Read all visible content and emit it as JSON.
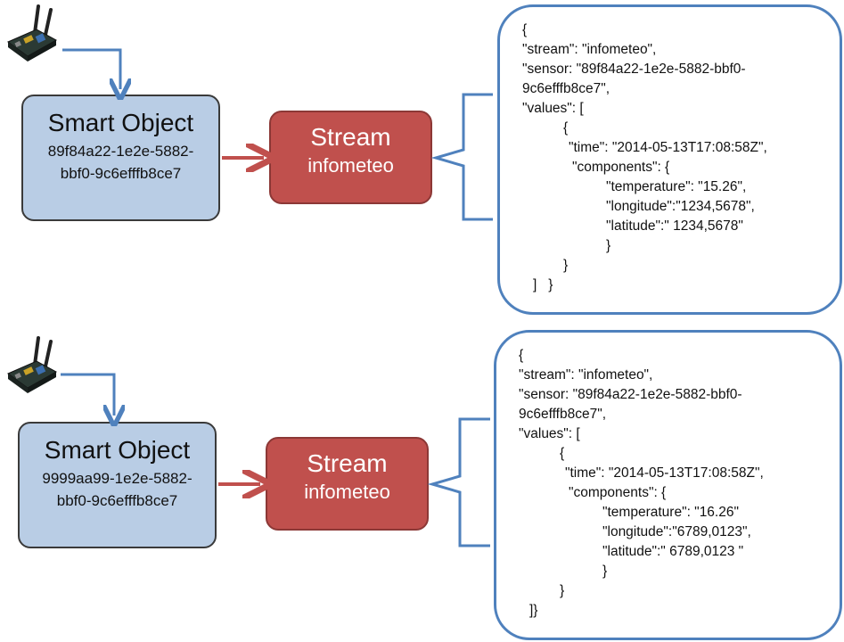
{
  "colors": {
    "smart_object_fill": "#b9cde5",
    "stream_fill": "#c0504d",
    "connector_blue": "#4f81bd",
    "arrow_red": "#c0504d"
  },
  "panels": [
    {
      "smart_object": {
        "title": "Smart Object",
        "id_line1": "89f84a22-1e2e-5882-",
        "id_line2": "bbf0-9c6efffb8ce7"
      },
      "stream": {
        "title": "Stream",
        "name": "infometeo"
      },
      "json_lines": [
        "{",
        "\"stream\": \"infometeo\",",
        "\"sensor: \"89f84a22-1e2e-5882-bbf0-",
        "9c6efffb8ce7\",",
        "\"values\": [",
        "{",
        "\"time\": \"2014-05-13T17:08:58Z\",",
        "\"components\": {",
        "\"temperature\": \"15.26\",",
        "\"longitude\":\"1234,5678\",",
        "\"latitude\":\" 1234,5678\"",
        "}",
        "}",
        "]   }"
      ]
    },
    {
      "smart_object": {
        "title": "Smart Object",
        "id_line1": "9999aa99-1e2e-5882-",
        "id_line2": "bbf0-9c6efffb8ce7"
      },
      "stream": {
        "title": "Stream",
        "name": "infometeo"
      },
      "json_lines": [
        "{",
        "\"stream\": \"infometeo\",",
        "\"sensor: \"89f84a22-1e2e-5882-bbf0-",
        "9c6efffb8ce7\",",
        "\"values\": [",
        "{",
        "\"time\": \"2014-05-13T17:08:58Z\",",
        "\"components\": {",
        "\"temperature\": \"16.26\"",
        "\"longitude\":\"6789,0123\",",
        "\"latitude\":\" 6789,0123 \"",
        "}",
        "}",
        "]}"
      ]
    }
  ]
}
